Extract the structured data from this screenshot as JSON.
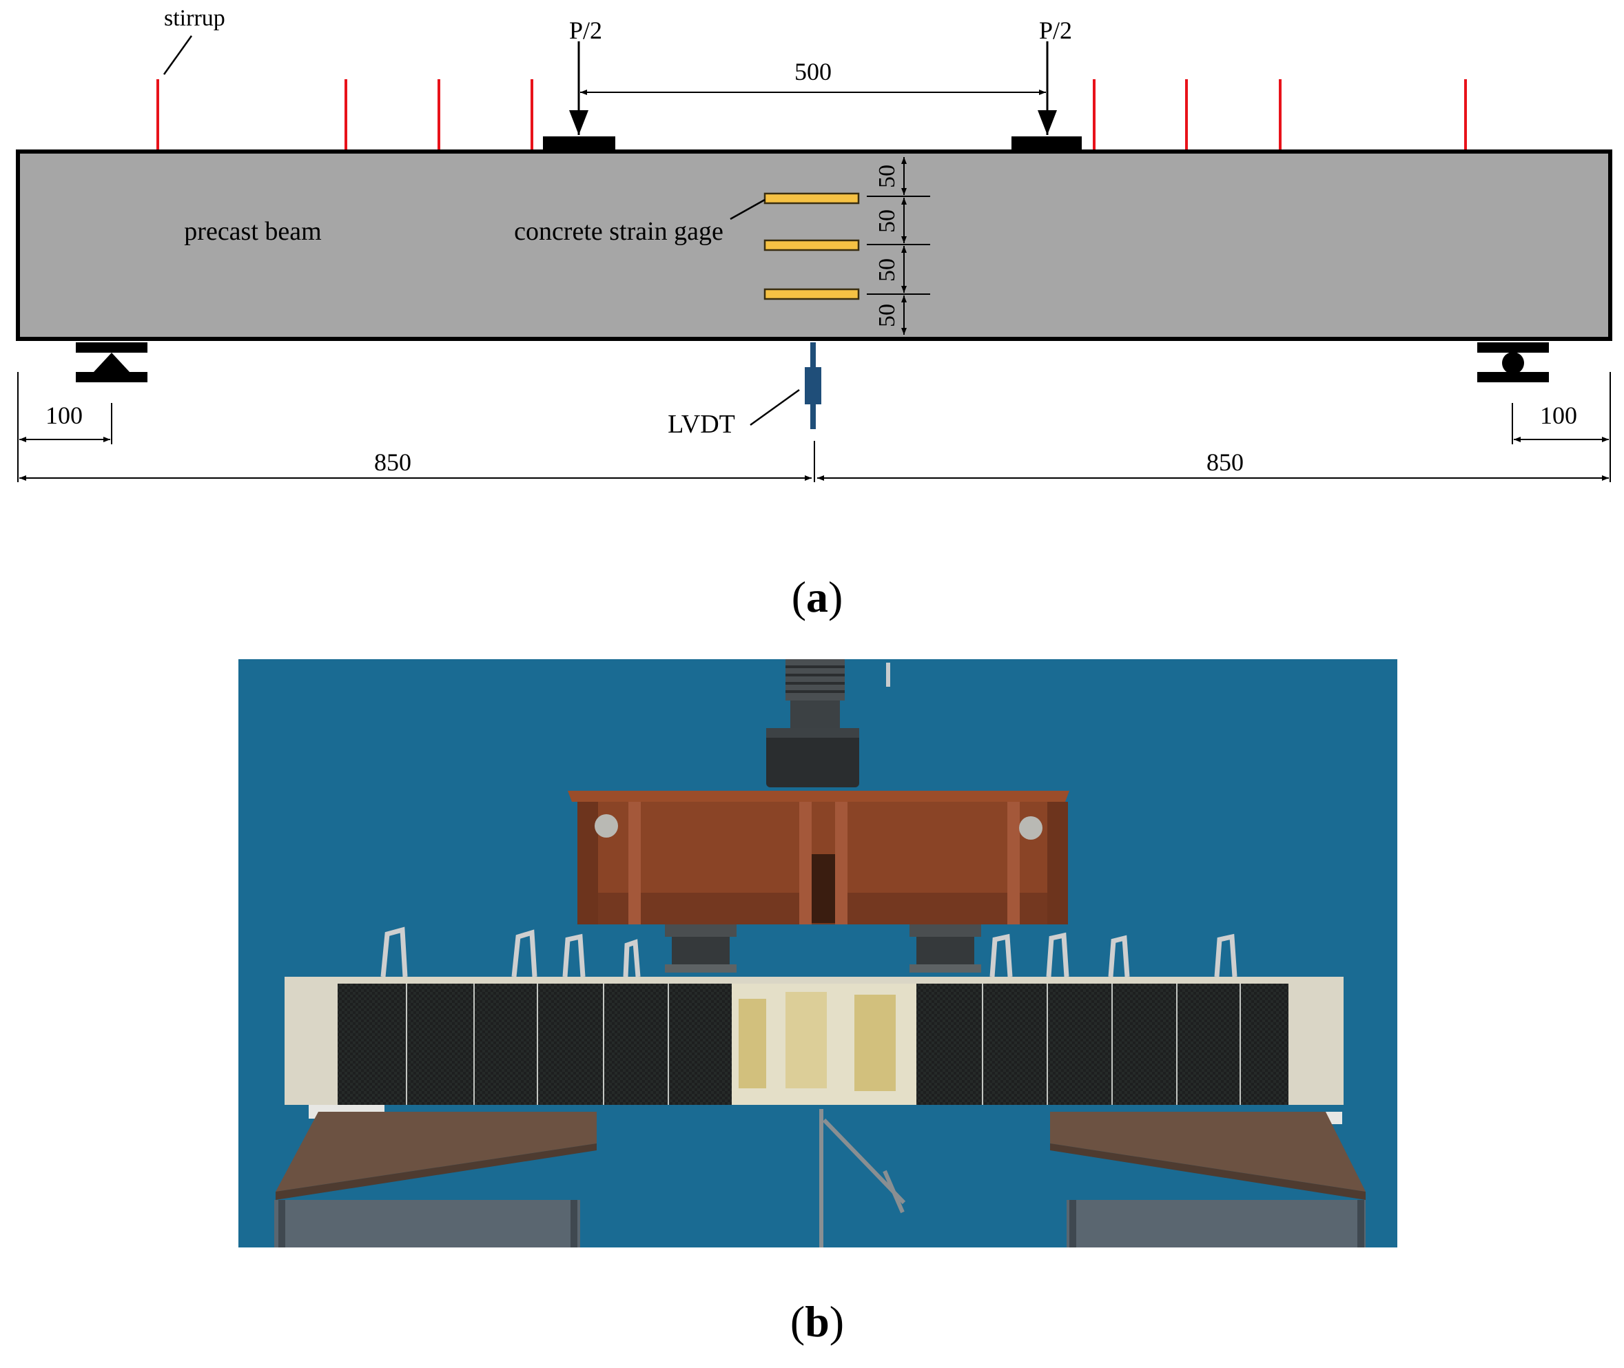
{
  "panel_a": {
    "caption_open": "(",
    "caption_letter": "a",
    "caption_close": ")",
    "labels": {
      "stirrup": "stirrup",
      "load_left": "P/2",
      "load_right": "P/2",
      "load_spacing": "500",
      "beam": "precast beam",
      "strain_gage": "concrete strain gage",
      "lvdt": "LVDT",
      "support_offset_left": "100",
      "support_offset_right": "100",
      "half_span_left": "850",
      "half_span_right": "850",
      "gage_spacing": [
        "50",
        "50",
        "50",
        "50"
      ]
    },
    "colors": {
      "beam_fill": "#a6a6a6",
      "stirrup": "#e8121a",
      "strain_gage": "#f6c244",
      "lvdt": "#1f4e79"
    }
  },
  "panel_b": {
    "caption_open": "(",
    "caption_letter": "b",
    "caption_close": ")",
    "colors": {
      "background": "#1a6b93",
      "steel_beam": "#8a4426",
      "cfrp": "#1d1f1f",
      "concrete": "#dad6c6",
      "support": "#5a6670"
    }
  }
}
